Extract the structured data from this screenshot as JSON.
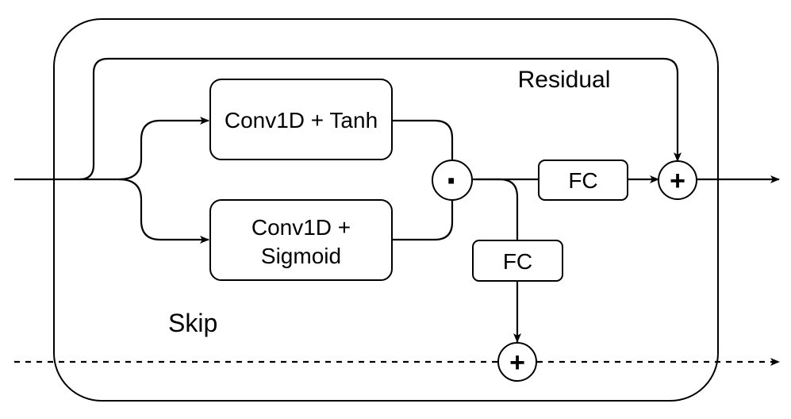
{
  "blocks": {
    "conv_tanh": "Conv1D + Tanh",
    "conv_sigmoid_line1": "Conv1D +",
    "conv_sigmoid_line2": "Sigmoid",
    "fc_residual": "FC",
    "fc_skip": "FC"
  },
  "operators": {
    "multiply": "·",
    "add_residual": "+",
    "add_skip": "+"
  },
  "labels": {
    "residual": "Residual",
    "skip": "Skip"
  }
}
